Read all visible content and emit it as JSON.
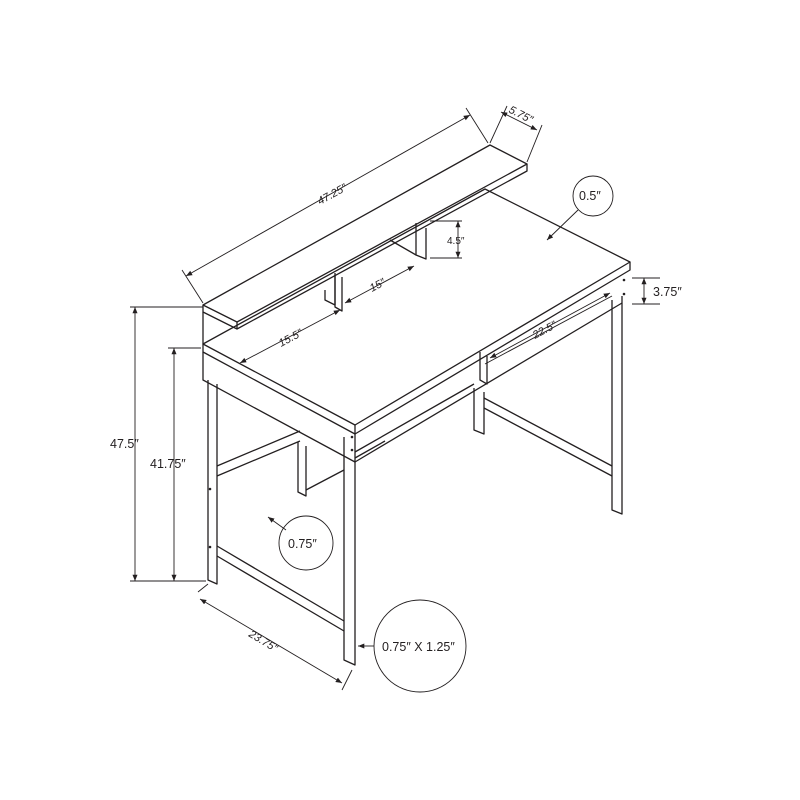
{
  "dimensions": {
    "overall_width": "47.25″",
    "shelf_depth": "5.75″",
    "top_thickness": "0.5″",
    "shelf_clearance": "4.5″",
    "shelf_opening": "15″",
    "shelf_side_opening": "15.5″",
    "apron_height": "3.75″",
    "inner_width": "22.5″",
    "total_height": "47.5″",
    "desk_height": "41.75″",
    "leg_size": "0.75″",
    "depth": "23.75″",
    "tube_size": "0.75″ X 1.25″"
  }
}
